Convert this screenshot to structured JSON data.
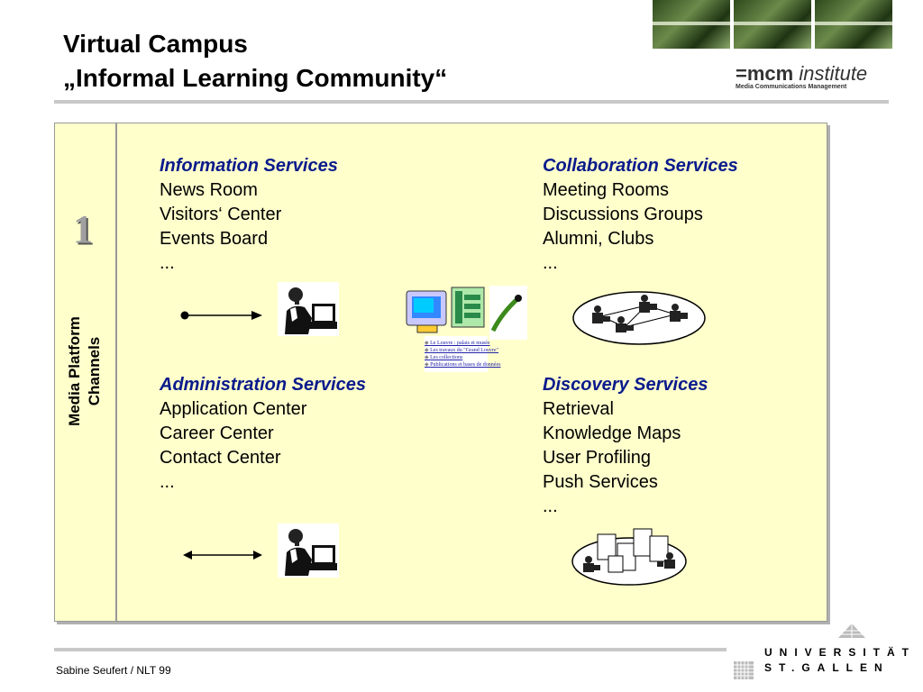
{
  "title": {
    "line1": "Virtual Campus",
    "line2": "„Informal Learning Community“"
  },
  "logo": {
    "mark": "=mcm",
    "word": "institute",
    "sub": "Media Communications Management"
  },
  "channel": {
    "number": "1",
    "line1": "Media Platform",
    "line2": "Channels"
  },
  "services": {
    "information": {
      "heading": "Information Services",
      "items": [
        "News Room",
        "Visitors‘ Center",
        "Events Board",
        "..."
      ]
    },
    "collaboration": {
      "heading": "Collaboration Services",
      "items": [
        "Meeting Rooms",
        "Discussions Groups",
        "Alumni, Clubs",
        "..."
      ]
    },
    "administration": {
      "heading": "Administration Services",
      "items": [
        "Application Center",
        "Career Center",
        "Contact Center",
        "..."
      ]
    },
    "discovery": {
      "heading": "Discovery Services",
      "items": [
        "Retrieval",
        "Knowledge Maps",
        "User Profiling",
        "Push Services",
        "..."
      ]
    }
  },
  "weblist": [
    "Le Louvre : palais et musée",
    "Les travaux du \"Grand Louvre\"",
    "Les collections",
    "Publications et bases de données"
  ],
  "footer": {
    "author": "Sabine Seufert / NLT 99",
    "uni_line1": "UNIVERSITÄT",
    "uni_line2": "ST.GALLEN"
  },
  "colors": {
    "heading": "#0a1a8c",
    "panel": "#ffffcc",
    "rule": "#c8c8c8"
  }
}
